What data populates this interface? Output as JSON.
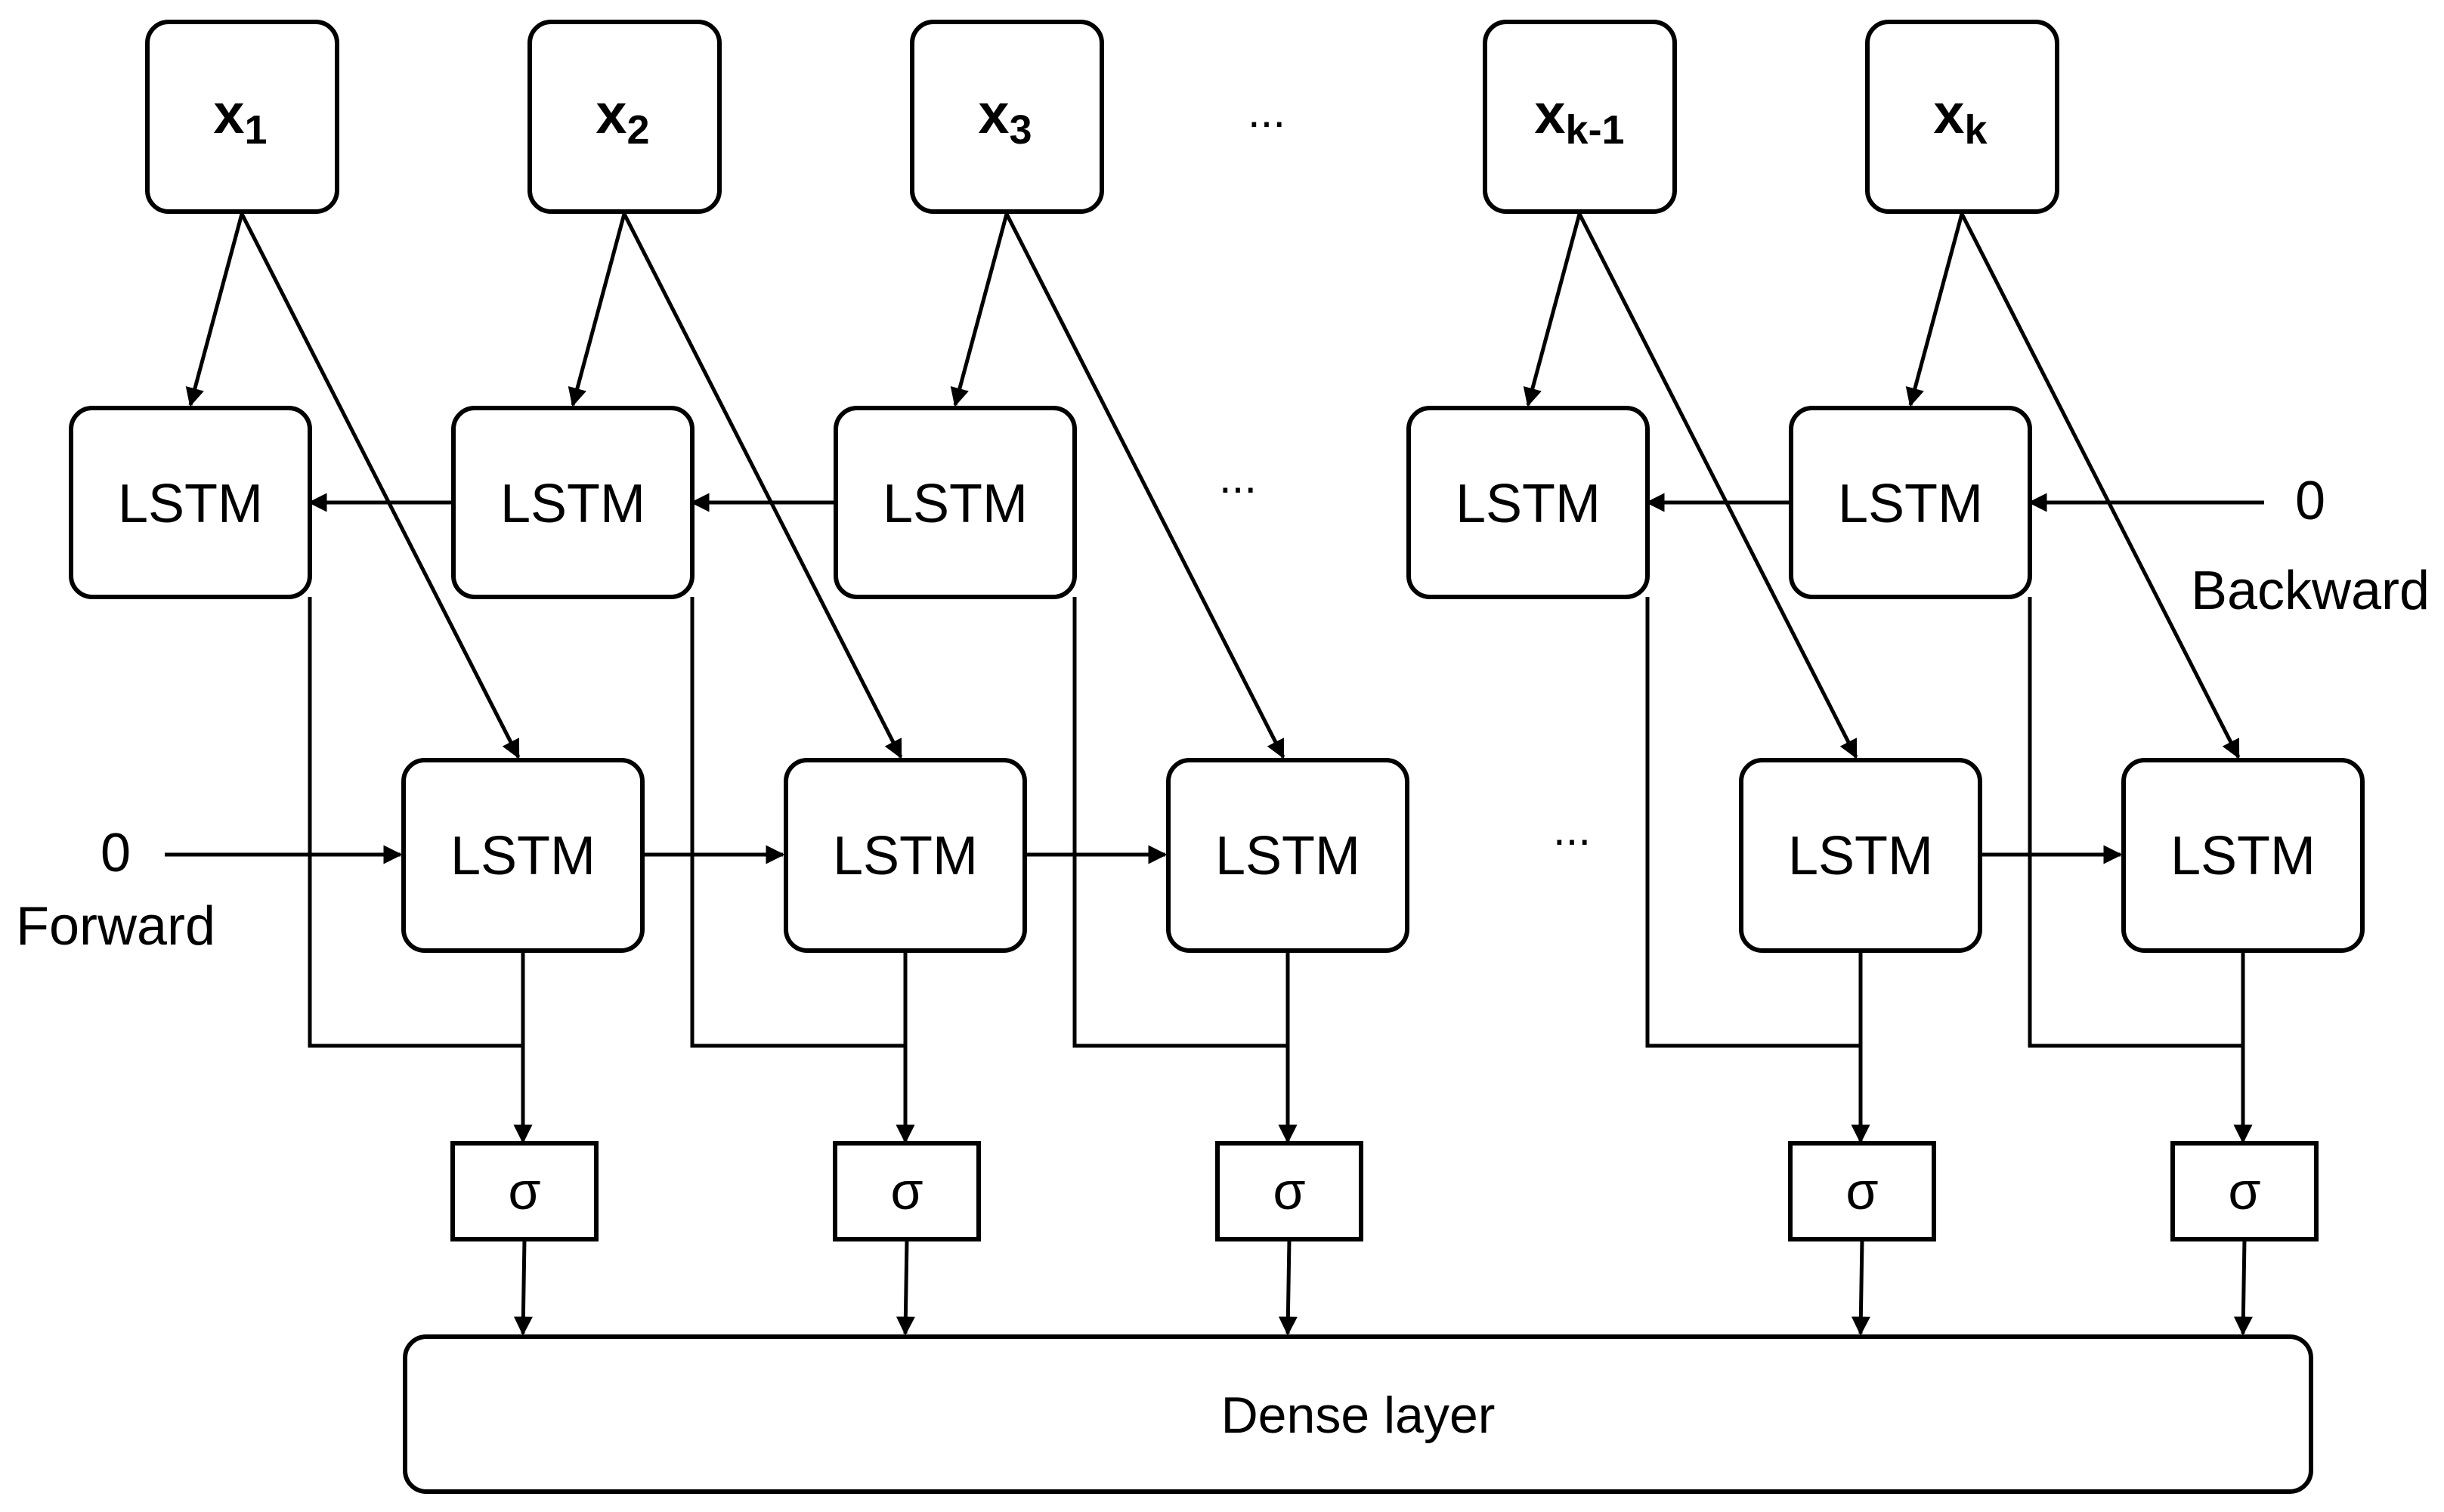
{
  "inputs": [
    {
      "base": "x",
      "sub": "1"
    },
    {
      "base": "x",
      "sub": "2"
    },
    {
      "base": "x",
      "sub": "3"
    },
    {
      "base": "x",
      "sub": "k-1"
    },
    {
      "base": "x",
      "sub": "k"
    }
  ],
  "cell_label": "LSTM",
  "activation_label": "σ",
  "ellipsis": "...",
  "forward": {
    "init": "0",
    "label": "Forward"
  },
  "backward": {
    "init": "0",
    "label": "Backward"
  },
  "dense_label": "Dense layer"
}
